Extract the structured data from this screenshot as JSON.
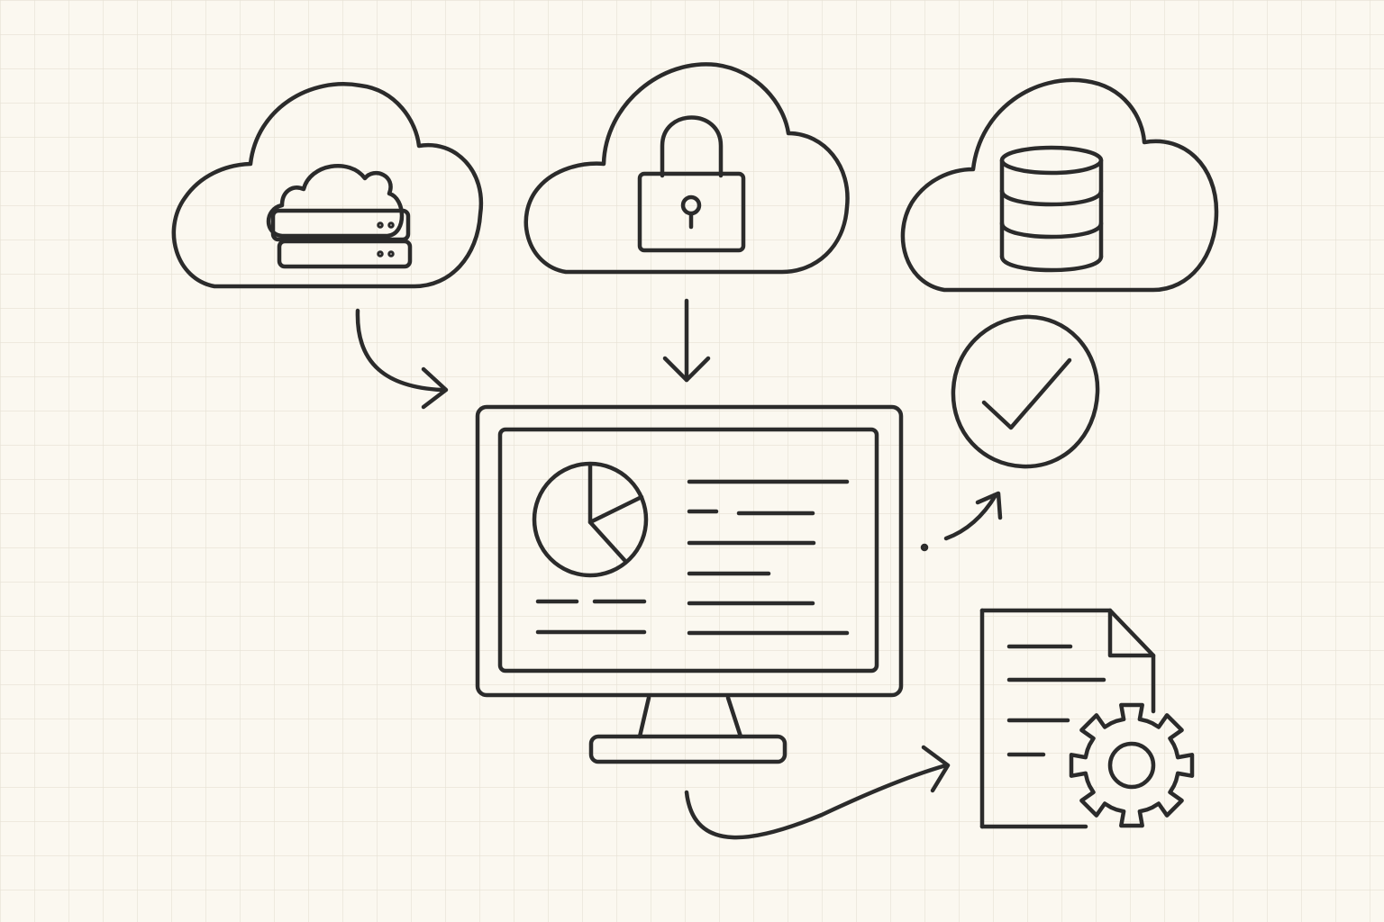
{
  "colors": {
    "paper": "#fbf8f0",
    "grid": "#e6e0d3",
    "ink": "#2b2b2b"
  },
  "nodes": [
    {
      "id": "cloud-server",
      "icon": "server-icon"
    },
    {
      "id": "cloud-security",
      "icon": "padlock-icon"
    },
    {
      "id": "cloud-database",
      "icon": "database-icon"
    },
    {
      "id": "dashboard-monitor",
      "icon": "pie-chart-icon"
    },
    {
      "id": "status-check",
      "icon": "checkmark-icon"
    },
    {
      "id": "config-document",
      "icon": "gear-icon"
    }
  ],
  "edges": [
    {
      "from": "cloud-server",
      "to": "dashboard-monitor"
    },
    {
      "from": "cloud-security",
      "to": "dashboard-monitor"
    },
    {
      "from": "dashboard-monitor",
      "to": "status-check"
    },
    {
      "from": "dashboard-monitor",
      "to": "config-document"
    }
  ]
}
